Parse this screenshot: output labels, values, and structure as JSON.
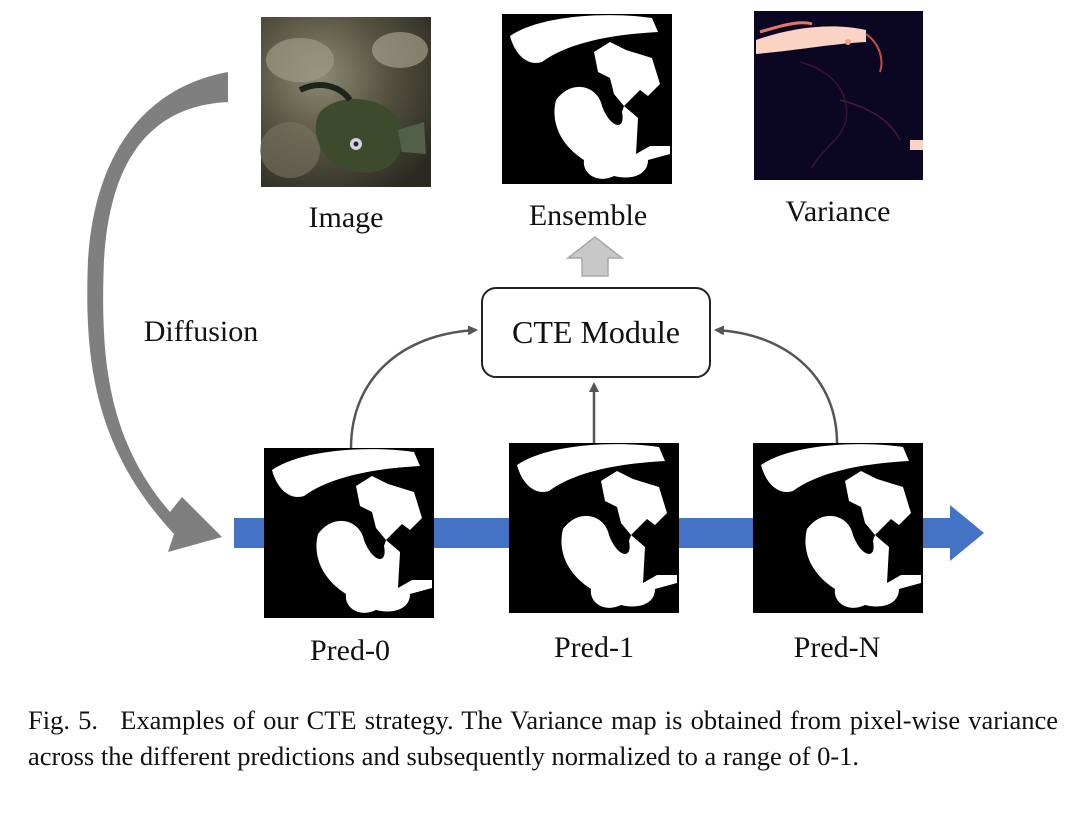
{
  "labels": {
    "image": "Image",
    "ensemble": "Ensemble",
    "variance": "Variance",
    "diffusion": "Diffusion",
    "cte_module": "CTE Module",
    "pred_0": "Pred-0",
    "pred_1": "Pred-1",
    "pred_n": "Pred-N"
  },
  "caption": {
    "figure_number": "Fig. 5.",
    "text": "Examples of our CTE strategy. The Variance map is obtained from pixel-wise variance across the different predictions and subsequently normalized to a range of 0-1."
  },
  "colors": {
    "timeline_arrow": "#4472c4",
    "diffusion_arrow": "#7f7f7f",
    "ensemble_arrow": "#c8c8c8",
    "connector": "#555555",
    "mask_background": "#000000",
    "mask_foreground": "#ffffff",
    "variance_background": "#0b0622",
    "variance_highlight": "#fbd3c4"
  }
}
